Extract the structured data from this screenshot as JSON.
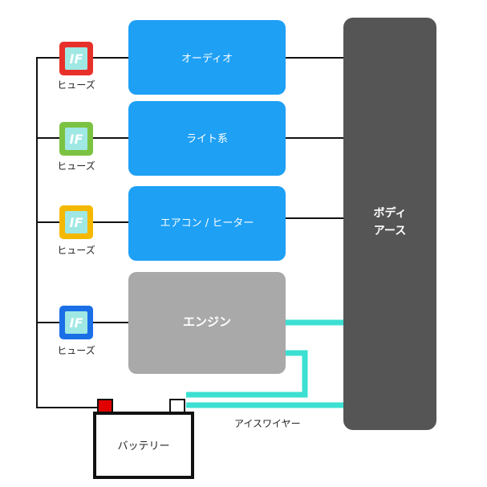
{
  "fuses": [
    {
      "label": "ヒューズ",
      "icon": "IF",
      "color": "#e8302a"
    },
    {
      "label": "ヒューズ",
      "icon": "IF",
      "color": "#7cc242"
    },
    {
      "label": "ヒューズ",
      "icon": "IF",
      "color": "#f5b800"
    },
    {
      "label": "ヒューズ",
      "icon": "IF",
      "color": "#1a6fe6"
    }
  ],
  "components": [
    {
      "label": "オーディオ",
      "color": "#1ea0f5"
    },
    {
      "label": "ライト系",
      "color": "#1ea0f5"
    },
    {
      "label": "エアコン / ヒーター",
      "color": "#1ea0f5"
    },
    {
      "label": "エンジン",
      "color": "#a9a9a9"
    }
  ],
  "body_earth": {
    "line1": "ボディ",
    "line2": "アース",
    "color": "#555555"
  },
  "battery": {
    "label": "バッテリー"
  },
  "wire": {
    "label": "アイスワイヤー",
    "color": "#3ce0d2"
  }
}
